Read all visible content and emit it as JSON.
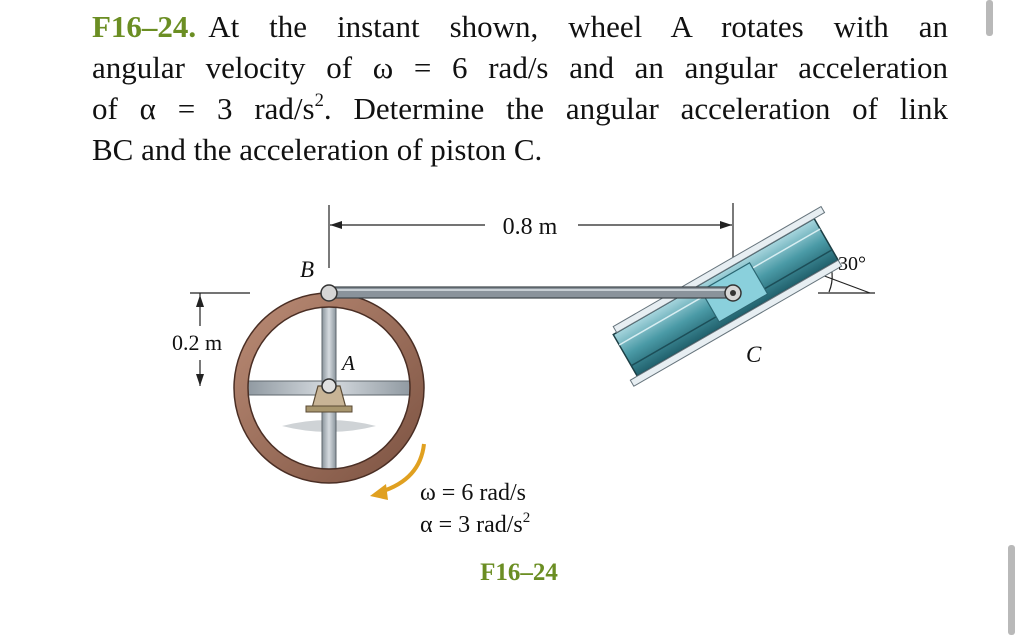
{
  "problem": {
    "number": "F16–24.",
    "line1": "At the instant shown, wheel A rotates with an",
    "line2": "angular velocity of ω = 6 rad/s and an angular acceleration",
    "line3_pre": "of α = 3 rad/s",
    "line3_sup": "2",
    "line3_post": ". Determine the angular acceleration of link",
    "line4": "BC and the acceleration of piston C."
  },
  "figure": {
    "dim_horizontal": "0.8 m",
    "dim_vertical": "0.2 m",
    "angle": "30°",
    "label_b": "B",
    "label_a": "A",
    "label_c": "C",
    "omega_text": "ω = 6 rad/s",
    "alpha_text": "α = 3 rad/s",
    "alpha_sup": "2",
    "caption": "F16–24",
    "colors": {
      "problem_number": "#6b8e23",
      "caption": "#6b8e23",
      "wheel_rim": "#9a6b55",
      "link": "#7d8790",
      "cylinder": "#4a9aa6",
      "piston": "#8ad0dc",
      "arrow": "#e0a020"
    }
  }
}
